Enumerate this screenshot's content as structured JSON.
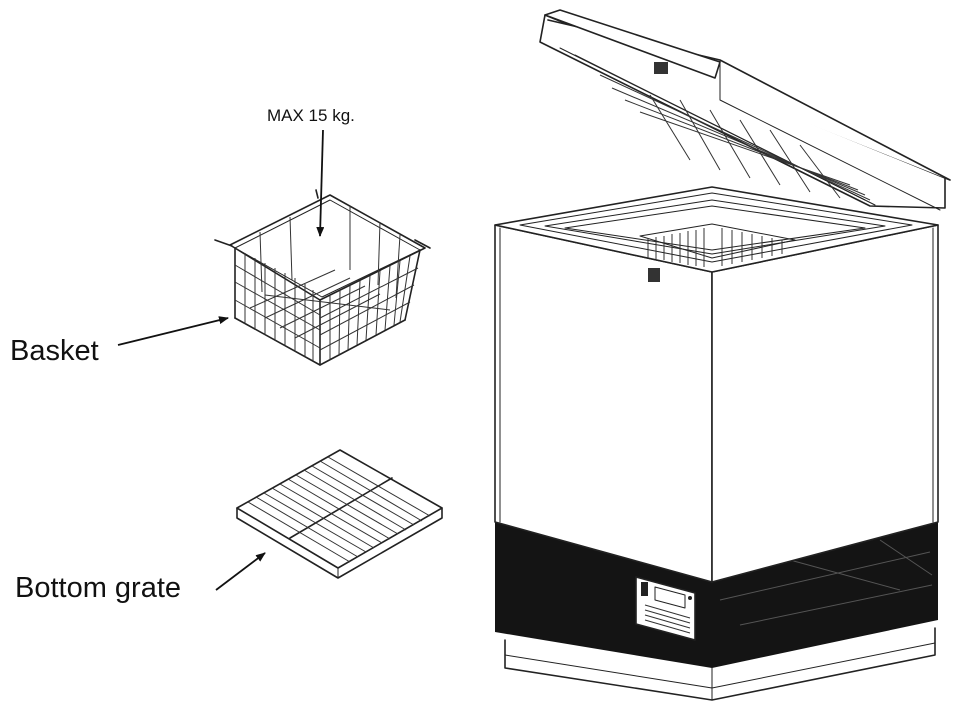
{
  "labels": {
    "max_load": "MAX 15 kg.",
    "basket": "Basket",
    "bottom_grate": "Bottom grate"
  }
}
